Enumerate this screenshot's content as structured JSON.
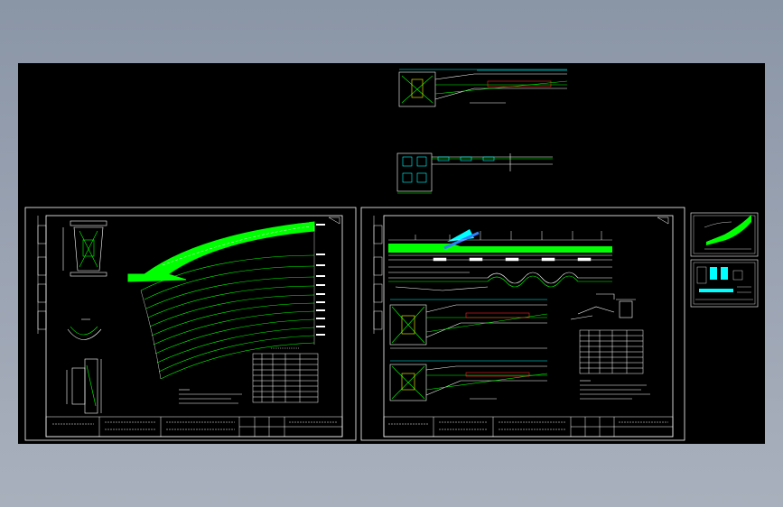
{
  "viewport": {
    "background": "#000000",
    "frame_gradient": [
      "#8a95a6",
      "#a9b0bd"
    ]
  },
  "colors": {
    "line_white": "#ffffff",
    "line_green": "#00ff00",
    "line_cyan": "#00ffff",
    "line_blue": "#2f7fff",
    "line_red": "#ff2020",
    "line_yellow": "#ffff00"
  },
  "sheets": [
    {
      "id": "sheet-left",
      "title_block": "illegible"
    },
    {
      "id": "sheet-right",
      "title_block": "illegible"
    },
    {
      "id": "thumb-top",
      "title_block": "none"
    },
    {
      "id": "thumb-bottom",
      "title_block": "none"
    }
  ],
  "note": ""
}
